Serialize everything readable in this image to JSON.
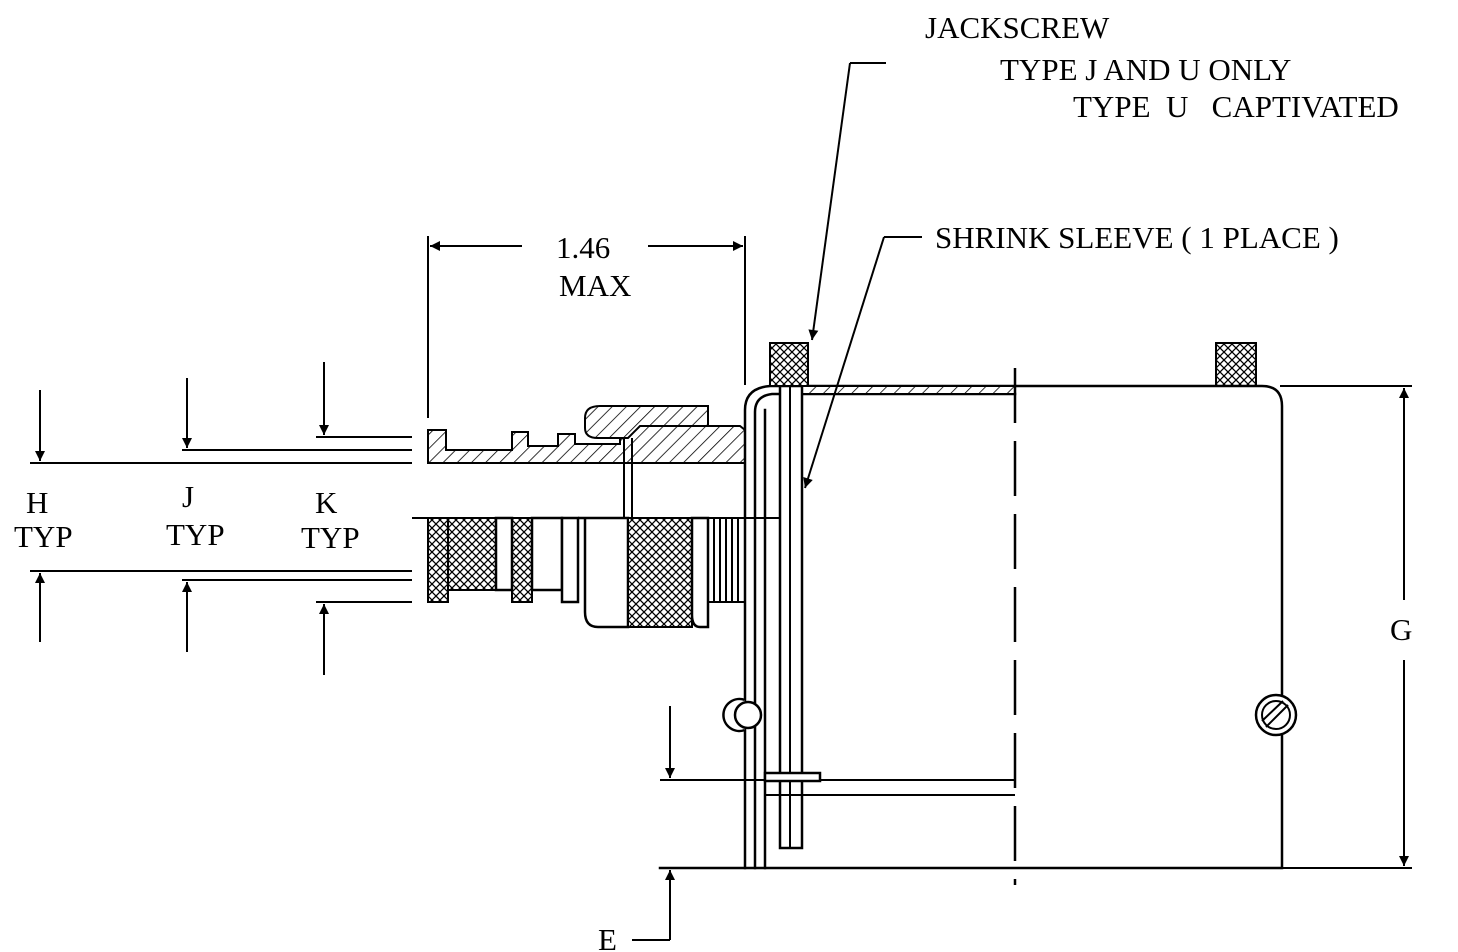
{
  "labels": {
    "jackscrew_l1": "JACKSCREW",
    "jackscrew_l2": "TYPE  J  AND  U  ONLY",
    "jackscrew_l3": "TYPE  U   CAPTIVATED",
    "shrink_sleeve": "SHRINK  SLEEVE ( 1  PLACE )",
    "length_value": "1.46",
    "length_unit": "MAX",
    "dim_h": "H",
    "dim_j": "J",
    "dim_k": "K",
    "typ": "TYP",
    "dim_g": "G",
    "dim_e": "E"
  },
  "colors": {
    "ink": "#000000",
    "paper": "#ffffff"
  }
}
